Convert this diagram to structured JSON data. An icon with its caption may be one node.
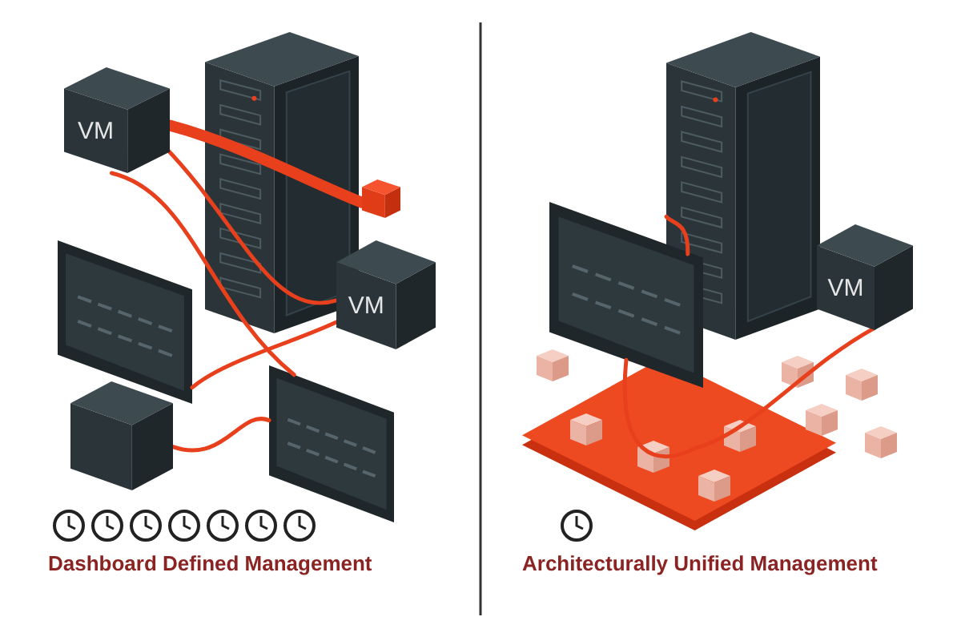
{
  "diagram": {
    "nodes": [
      {
        "text": [
          "VM"
        ]
      },
      {
        "text": [],
        "shape": "box"
      },
      {
        "text": [
          "VM"
        ]
      },
      {
        "text": [],
        "shape": "picture"
      },
      {
        "text": [],
        "shape": "box"
      },
      {
        "text": [],
        "shape": "picture"
      },
      {
        "text": [],
        "shape": "picture"
      },
      {
        "text": [],
        "shape": "picture"
      },
      {
        "text": [
          "VM"
        ]
      },
      {
        "text": [],
        "shape": "picture"
      }
    ],
    "edges": [
      {
        "from": 0,
        "to": 1,
        "arrow": "none",
        "style": "thick"
      },
      {
        "from": 0,
        "to": 2,
        "arrow": "none"
      },
      {
        "from": 0,
        "to": 5,
        "arrow": "none"
      },
      {
        "from": 2,
        "to": 3,
        "arrow": "none"
      },
      {
        "from": 4,
        "to": 5,
        "arrow": "none"
      },
      {
        "from": 7,
        "to": 6,
        "arrow": "none"
      },
      {
        "from": 7,
        "to": 9,
        "arrow": "none"
      },
      {
        "from": 9,
        "to": 8,
        "arrow": "none"
      }
    ],
    "labels": [
      "Dashboard Defined Management",
      "Architecturally Unified Management"
    ]
  }
}
